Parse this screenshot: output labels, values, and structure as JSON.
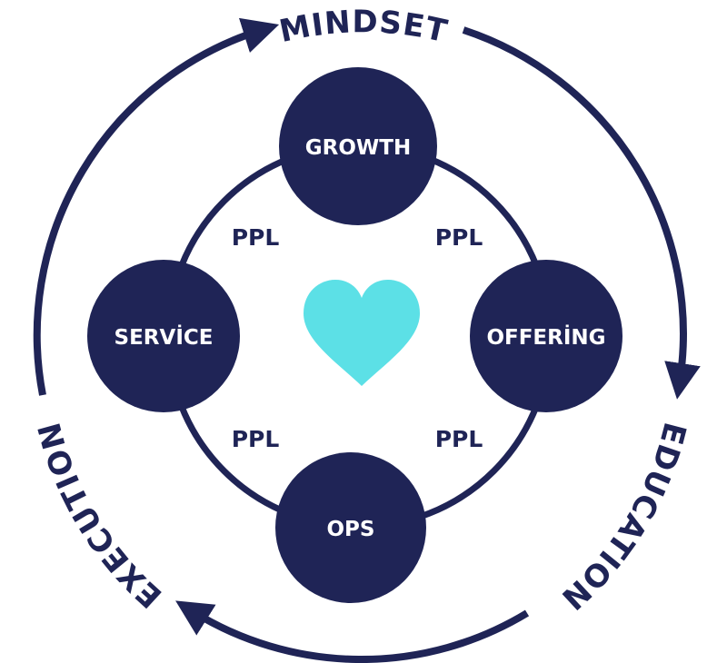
{
  "colors": {
    "navy": "#1f2456",
    "heart": "#5ce0e6",
    "node_text": "#ffffff"
  },
  "cycle": {
    "top": "MINDSET",
    "right": "EDUCATION",
    "bottom_left": "EXECUTION"
  },
  "nodes": {
    "top": "GROWTH",
    "left": "SERVİCE",
    "right": "OFFERİNG",
    "bottom": "OPS"
  },
  "ppl": {
    "top_left": "PPL",
    "top_right": "PPL",
    "bottom_left": "PPL",
    "bottom_right": "PPL"
  },
  "center_icon": "heart-icon"
}
